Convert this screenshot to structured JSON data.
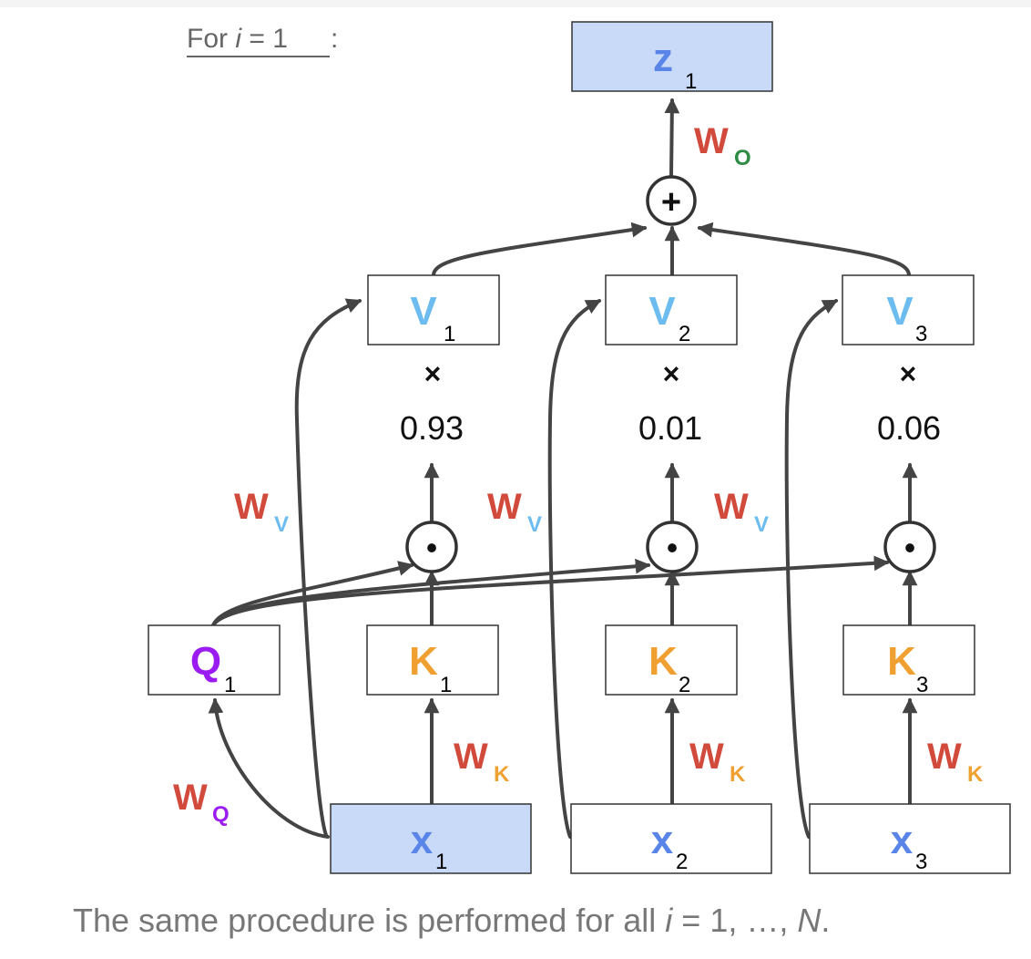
{
  "heading": {
    "prefix": "For ",
    "var": "i",
    "suffix": " = 1",
    "colon": ":"
  },
  "caption": {
    "prefix": "The same procedure is performed for all ",
    "var1": "i",
    "mid": " = 1, …, ",
    "var2": "N",
    "end": "."
  },
  "colors": {
    "query": "#9b1cf0",
    "key": "#f0a030",
    "value": "#6cbcf0",
    "input": "#5a85e8",
    "weight": "#d24a3c",
    "output_sub": "#2e8b45",
    "highlight_fill": "#c9daf8",
    "line": "#444444"
  },
  "output": {
    "main": "z",
    "sub": "1"
  },
  "query": {
    "main": "Q",
    "sub": "1"
  },
  "inputs": [
    {
      "main": "x",
      "sub": "1"
    },
    {
      "main": "x",
      "sub": "2"
    },
    {
      "main": "x",
      "sub": "3"
    }
  ],
  "keys": [
    {
      "main": "K",
      "sub": "1"
    },
    {
      "main": "K",
      "sub": "2"
    },
    {
      "main": "K",
      "sub": "3"
    }
  ],
  "values": [
    {
      "main": "V",
      "sub": "1"
    },
    {
      "main": "V",
      "sub": "2"
    },
    {
      "main": "V",
      "sub": "3"
    }
  ],
  "weights": [
    {
      "number": "0.93",
      "op": "×"
    },
    {
      "number": "0.01",
      "op": "×"
    },
    {
      "number": "0.06",
      "op": "×"
    }
  ],
  "ops": {
    "sum": "+",
    "dot": "•"
  },
  "matrices": {
    "wq": {
      "main": "W",
      "sub": "Q"
    },
    "wk": {
      "main": "W",
      "sub": "K"
    },
    "wv": {
      "main": "W",
      "sub": "V"
    },
    "wo": {
      "main": "W",
      "sub": "O"
    }
  }
}
